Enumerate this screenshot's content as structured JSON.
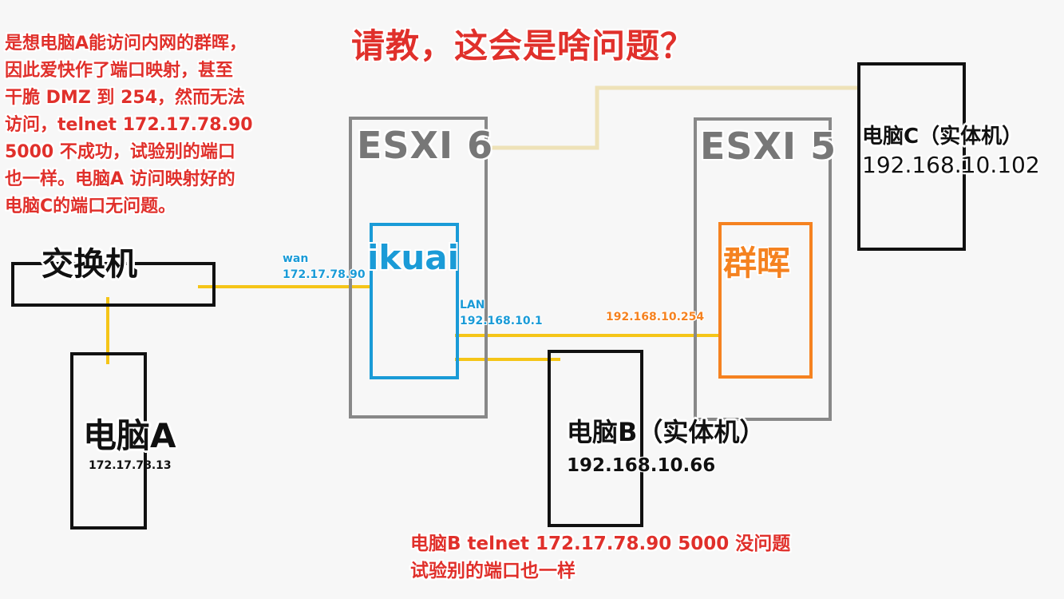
{
  "title": "请教，这会是啥问题？",
  "note_top": [
    "是想电脑A能访问内网的群晖，",
    "因此爱快作了端口映射，甚至",
    "干脆 DMZ 到 254，然而无法",
    "访问，telnet 172.17.78.90",
    "5000 不成功，试验别的端口",
    "也一样。电脑A 访问映射好的",
    "电脑C的端口无问题。"
  ],
  "note_bottom": [
    "电脑B telnet 172.17.78.90 5000 没问题",
    "试验别的端口也一样"
  ],
  "switch": {
    "label": "交换机"
  },
  "pc_a": {
    "label": "电脑A",
    "ip": "172.17.78.13"
  },
  "pc_b": {
    "label": "电脑B（实体机）",
    "ip": "192.168.10.66"
  },
  "pc_c": {
    "label": "电脑C（实体机）",
    "ip": "192.168.10.102"
  },
  "esxi6": {
    "label": "ESXI 6"
  },
  "esxi5": {
    "label": "ESXI 5"
  },
  "ikuai": {
    "label": "ikuai",
    "wan_label": "wan",
    "wan_ip": "172.17.78.90",
    "lan_label": "LAN",
    "lan_ip": "192.168.10.1"
  },
  "nas": {
    "label": "群晖",
    "ip": "192.168.10.254"
  },
  "colors": {
    "wire": "#f5c518",
    "wire_c": "#eee2b8",
    "accent_red": "#e0302b",
    "ikuai_blue": "#1a9bd7",
    "nas_orange": "#f58220"
  }
}
